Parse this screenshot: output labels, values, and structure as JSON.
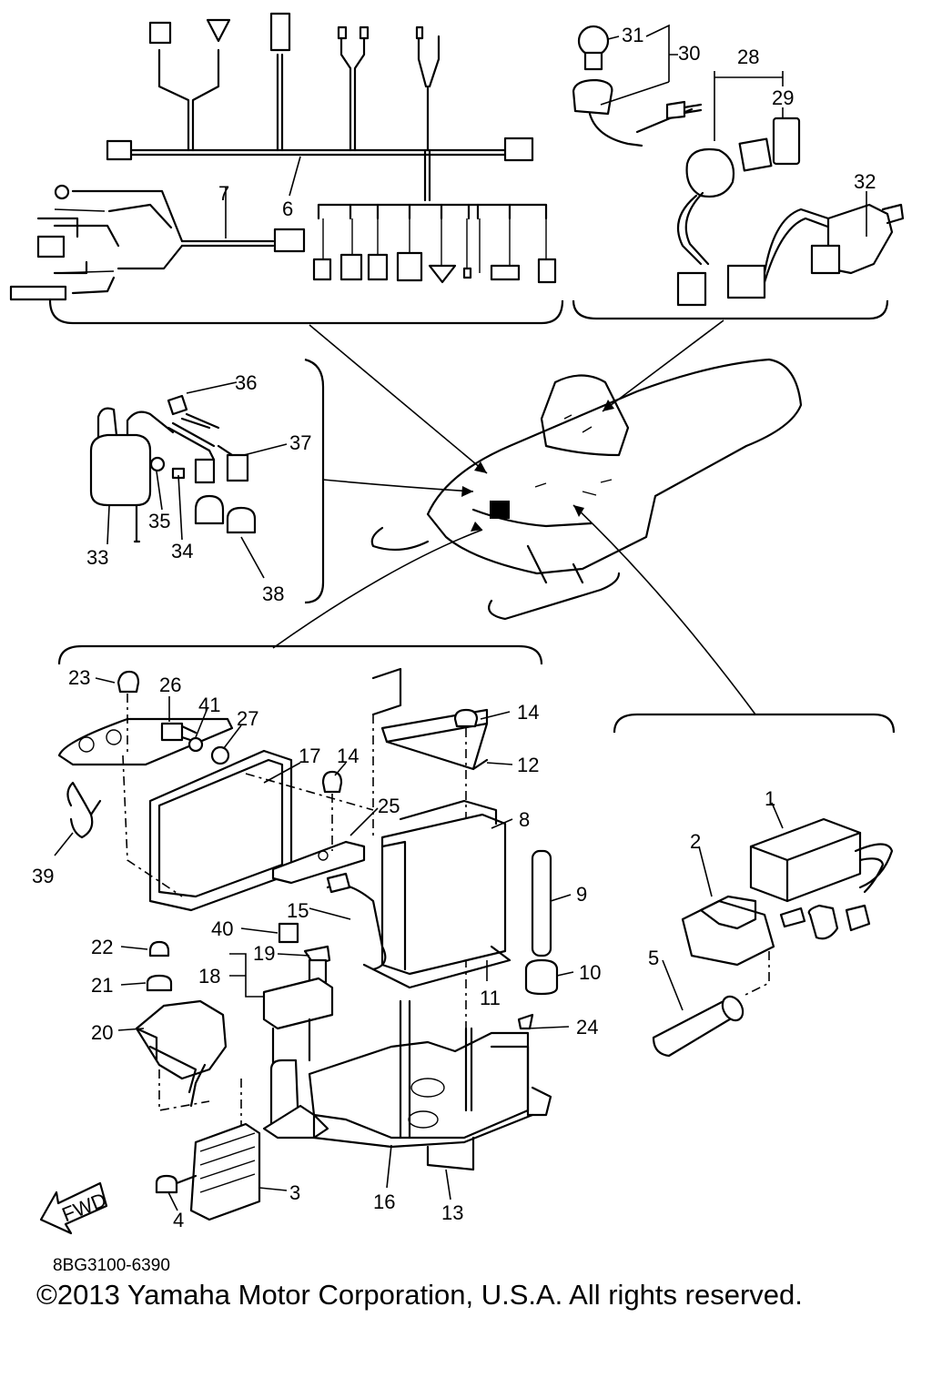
{
  "diagram": {
    "code": "8BG3100-6390",
    "copyright": "©2013 Yamaha Motor Corporation, U.S.A. All rights reserved.",
    "direction_label": "FWD",
    "callouts": [
      "1",
      "2",
      "3",
      "4",
      "5",
      "6",
      "7",
      "8",
      "9",
      "10",
      "11",
      "12",
      "13",
      "14",
      "14",
      "15",
      "16",
      "17",
      "18",
      "19",
      "20",
      "21",
      "22",
      "23",
      "24",
      "25",
      "26",
      "27",
      "28",
      "29",
      "30",
      "31",
      "32",
      "33",
      "34",
      "35",
      "36",
      "37",
      "38",
      "39",
      "40",
      "41"
    ]
  }
}
